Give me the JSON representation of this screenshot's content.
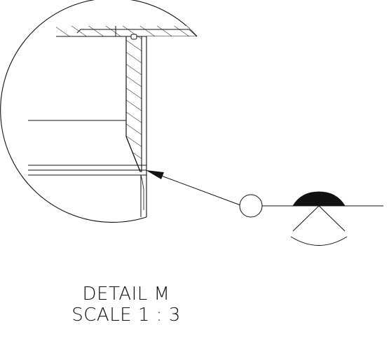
{
  "detail": {
    "title": "DETAIL M",
    "scale": "SCALE 1 : 3"
  },
  "colors": {
    "line": "#111111",
    "background": "#ffffff",
    "weld_fill": "#111111"
  },
  "symbols": {
    "weld_symbol": "fillet-weld-symbol",
    "contour": "convex-contour-symbol",
    "field_weld": "weld-all-around-circle"
  }
}
